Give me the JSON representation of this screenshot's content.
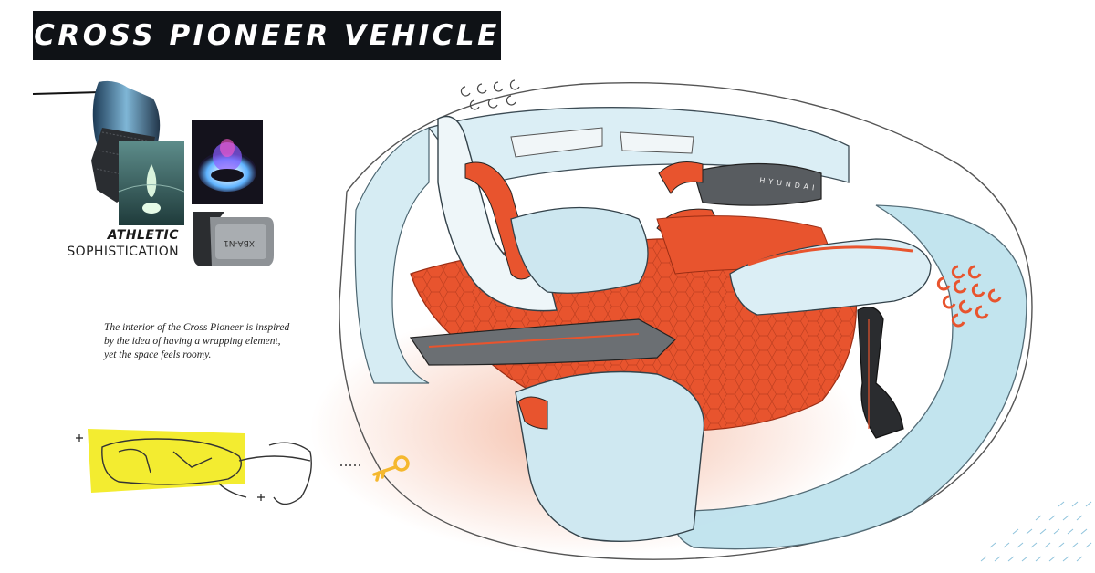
{
  "header": {
    "title": "CROSS PIONEER VEHICLE"
  },
  "theme": {
    "line1": "ATHLETIC",
    "line2": "SOPHISTICATION"
  },
  "caption": {
    "lines": [
      "The interior of the Cross Pioneer is inspired",
      "by the idea of having a wrapping element,",
      "yet the space feels roomy."
    ]
  },
  "product_label": "XBA-N1",
  "dashboard_lettering": "HYUNDAI",
  "colors": {
    "title_bg": "#0f1216",
    "accent_orange": "#e8542e",
    "glass_blue": "#bfe3ee",
    "highlight_yellow": "#f2ea1a",
    "key_gold": "#f5b82e"
  }
}
